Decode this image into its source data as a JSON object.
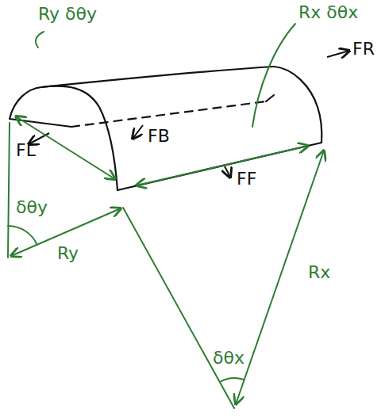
{
  "diagram": {
    "labels": [
      "Ry δθy",
      "Rx δθx",
      "FR",
      "FB",
      "FL",
      "FF",
      "δθy",
      "Ry",
      "Rx",
      "δθx"
    ]
  }
}
